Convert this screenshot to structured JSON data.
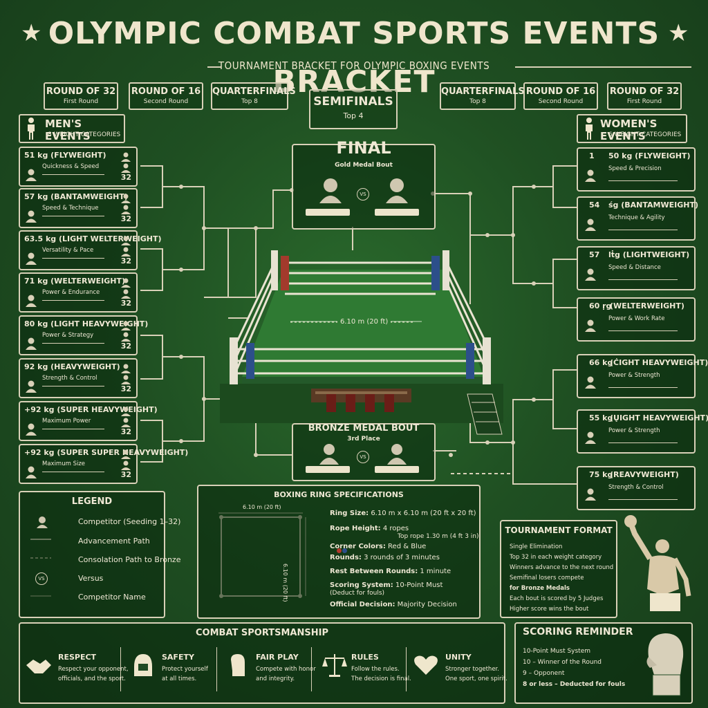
{
  "title": "OLYMPIC COMBAT SPORTS EVENTS BRACKET",
  "subtitle": "TOURNAMENT BRACKET FOR OLYMPIC BOXING EVENTS",
  "rounds_left": [
    {
      "title": "ROUND OF 32",
      "sub": "First Round"
    },
    {
      "title": "ROUND OF 16",
      "sub": "Second Round"
    },
    {
      "title": "QUARTERFINALS",
      "sub": "Top 8"
    }
  ],
  "semifinals": {
    "title": "SEMIFINALS",
    "sub": "Top 4"
  },
  "rounds_right": [
    {
      "title": "QUARTERFINALS",
      "sub": "Top 8"
    },
    {
      "title": "ROUND OF 16",
      "sub": "Second Round"
    },
    {
      "title": "ROUND OF 32",
      "sub": "First Round"
    }
  ],
  "mens": {
    "title": "MEN'S EVENTS",
    "sub": "8 WEIGHT CATEGORIES",
    "cards": [
      {
        "name": "51 kg  (FLYWEIGHT)",
        "desc": "Quickness & Speed",
        "seed": "32"
      },
      {
        "name": "57 kg  (BANTAMWEIGHT)",
        "desc": "Speed & Technique",
        "seed": "32"
      },
      {
        "name": "63.5 kg  (LIGHT WELTERWEIGHT)",
        "desc": "Versatility & Pace",
        "seed": "32"
      },
      {
        "name": "71 kg  (WELTERWEIGHT)",
        "desc": "Power & Endurance",
        "seed": "32"
      },
      {
        "name": "80 kg  (LIGHT HEAVYWEIGHT)",
        "desc": "Power & Strategy",
        "seed": "32"
      },
      {
        "name": "92 kg  (HEAVYWEIGHT)",
        "desc": "Strength & Control",
        "seed": "32"
      },
      {
        "name": "+92 kg  (SUPER HEAVYWEIGHT)",
        "desc": "Maximum Power",
        "seed": "32"
      },
      {
        "name": "+92 kg  (SUPER SUPER HEAVYWEIGHT)",
        "desc": "Maximum Size",
        "seed": "32"
      }
    ]
  },
  "womens": {
    "title": "WOMEN'S EVENTS",
    "sub": "6 WEIGHT CATEGORIES",
    "cards": [
      {
        "seed": "1",
        "name": "50 kg  (FLYWEIGHT)",
        "desc": "Speed & Precision"
      },
      {
        "seed": "54",
        "name": "śg  (BANTAMWEIGHT)",
        "desc": "Technique & Agility"
      },
      {
        "seed": "57",
        "name": "lṫg  (LIGHTWEIGHT)",
        "desc": "Speed & Distance"
      },
      {
        "seed": "60 ṛg",
        "name": "(WELTERWEIGHT)",
        "desc": "Power & Work Rate"
      },
      {
        "seed": "66 kg",
        "name": "(ĊIGHT HEAVYWEIGHT)",
        "desc": "Power & Strength"
      },
      {
        "seed": "55 kg",
        "name": "(ŲIGHT HEAVYWEIGHT)",
        "desc": "Power & Strength"
      },
      {
        "seed": "75 kg",
        "name": "(REAVYWEIGHT)",
        "desc": "Strength & Control"
      }
    ]
  },
  "final": {
    "title": "FINAL",
    "sub": "Gold Medal Bout",
    "vs": "VS"
  },
  "bronze": {
    "title": "BRONZE MEDAL BOUT",
    "sub": "3rd Place",
    "vs": "VS"
  },
  "ring_label": "6.10 m (20 ft)",
  "legend": {
    "title": "LEGEND",
    "items": [
      {
        "label": "Competitor (Seeding 1–32)"
      },
      {
        "label": "Advancement Path"
      },
      {
        "label": "Consolation Path to Bronze"
      },
      {
        "label": "Versus",
        "icon": "VS"
      },
      {
        "label": "Competitor Name"
      }
    ]
  },
  "specs": {
    "title": "BOXING RING SPECIFICATIONS",
    "dim_h": "6.10 m (20 ft)",
    "dim_v": "6.10 m (20 ft)",
    "rows": [
      {
        "k": "Ring Size:",
        "v": "6.10 m x 6.10 m (20 ft x 20 ft)"
      },
      {
        "k": "Rope Height:",
        "v": "4 ropes"
      },
      {
        "k": "",
        "v": "Top rope 1.30 m (4 ft 3 in)"
      },
      {
        "k": "Corner Colors:",
        "v": "Red & Blue"
      },
      {
        "k": "Rounds:",
        "v": "3 rounds of 3 minutes"
      },
      {
        "k": "Rest Between Rounds:",
        "v": "1 minute"
      },
      {
        "k": "Scoring System:",
        "v": "10-Point Must"
      },
      {
        "k": "",
        "v": "(Deduct for fouls)"
      },
      {
        "k": "Official Decision:",
        "v": "Majority Decision"
      }
    ]
  },
  "format": {
    "title": "TOURNAMENT FORMAT",
    "items": [
      "Single Elimination",
      "Top 32 in each weight category",
      "Winners advance to the next round",
      "Semifinal losers compete",
      "for Bronze Medals",
      "Each bout is scored by 5 Judges",
      "Higher score wins the bout"
    ]
  },
  "sportsmanship": {
    "title": "COMBAT SPORTSMANSHIP",
    "items": [
      {
        "title": "RESPECT",
        "l1": "Respect your opponent,",
        "l2": "officials, and the sport."
      },
      {
        "title": "SAFETY",
        "l1": "Protect yourself",
        "l2": "at all times."
      },
      {
        "title": "FAIR PLAY",
        "l1": "Compete with honor",
        "l2": "and integrity."
      },
      {
        "title": "RULES",
        "l1": "Follow the rules.",
        "l2": "The decision is final."
      },
      {
        "title": "UNITY",
        "l1": "Stronger together.",
        "l2": "One sport, one spirit."
      }
    ]
  },
  "scoring": {
    "title": "SCORING REMINDER",
    "lines": [
      "10-Point Must System",
      "10  –  Winner of the Round",
      "9  –  Opponent",
      "8 or less  –  Deducted for fouls"
    ]
  },
  "colors": {
    "bg": "#1f4a23",
    "ink": "#efe6cc",
    "red": "#a33a2c",
    "blue": "#2c4f8a"
  }
}
